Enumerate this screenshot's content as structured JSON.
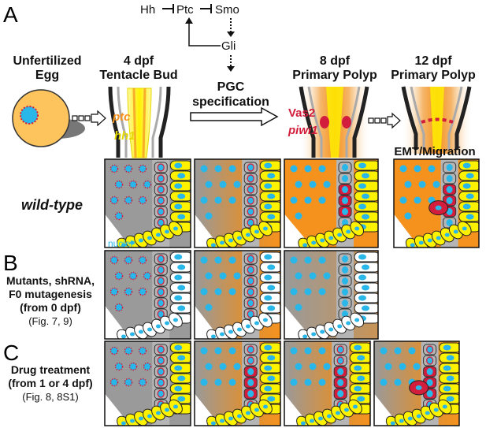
{
  "panels": {
    "a": "A",
    "b": "B",
    "c": "C"
  },
  "pathway": {
    "hh": "Hh",
    "ptc": "Ptc",
    "smo": "Smo",
    "gli": "Gli"
  },
  "stages": {
    "egg_line1": "Unfertilized",
    "egg_line2": "Egg",
    "tb_line1": "4 dpf",
    "tb_line2": "Tentacle Bud",
    "pgc_line1": "PGC",
    "pgc_line2": "specification",
    "pp8_line1": "8 dpf",
    "pp8_line2": "Primary Polyp",
    "pp12_line1": "12 dpf",
    "pp12_line2": "Primary Polyp"
  },
  "genes": {
    "ptc": "ptc",
    "hh1": "hh1",
    "vas2": "Vas2",
    "piwi1": "piwi1"
  },
  "emt": "EMT/Migration",
  "rows": {
    "wt": "wild-type",
    "nuclei": "nuclei",
    "mut_line1": "Mutants, shRNA,",
    "mut_line2": "F0 mutagenesis",
    "mut_line3": "(from 0 dpf)",
    "mut_line4": "(Fig. 7, 9)",
    "drug_line1": "Drug treatment",
    "drug_line2": "(from 1 or 4 dpf)",
    "drug_line3": "(Fig. 8, 8S1)"
  },
  "colors": {
    "orange": "#f5921e",
    "yellow": "#fff200",
    "gray": "#9a9a9a",
    "cyan": "#29b6e8",
    "red": "#d21e3c",
    "egg": "#fdc35c"
  }
}
